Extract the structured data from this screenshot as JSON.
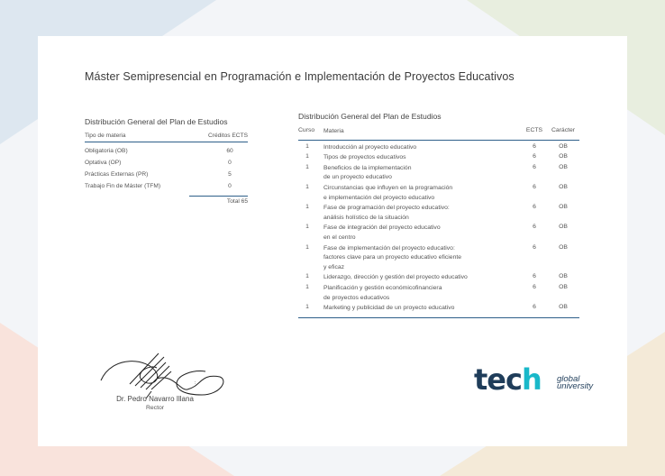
{
  "title": "Máster Semipresencial en Programación e Implementación de Proyectos Educativos",
  "left_table": {
    "title": "Distribución General del Plan de Estudios",
    "headers": [
      "Tipo de materia",
      "Créditos ECTS"
    ],
    "rows": [
      {
        "label": "Obligatoria (OB)",
        "value": "60"
      },
      {
        "label": "Optativa (OP)",
        "value": "0"
      },
      {
        "label": "Prácticas Externas (PR)",
        "value": "5"
      },
      {
        "label": "Trabajo Fin de Máster (TFM)",
        "value": "0"
      }
    ],
    "total": "Total 65"
  },
  "right_table": {
    "title": "Distribución General del Plan de Estudios",
    "headers": [
      "Curso",
      "Materia",
      "ECTS",
      "Carácter"
    ],
    "rows": [
      {
        "curso": "1",
        "materia": "Introducción al proyecto educativo",
        "ects": "6",
        "caracter": "OB"
      },
      {
        "curso": "1",
        "materia": "Tipos de proyectos educativos",
        "ects": "6",
        "caracter": "OB"
      },
      {
        "curso": "1",
        "materia": "Beneficios de la implementación\nde un proyecto educativo",
        "ects": "6",
        "caracter": "OB"
      },
      {
        "curso": "1",
        "materia": "Circunstancias que influyen en la programación\ne implementación del proyecto educativo",
        "ects": "6",
        "caracter": "OB"
      },
      {
        "curso": "1",
        "materia": "Fase de programación del proyecto educativo:\nanálisis holístico de la situación",
        "ects": "6",
        "caracter": "OB"
      },
      {
        "curso": "1",
        "materia": "Fase de integración del proyecto educativo\nen el centro",
        "ects": "6",
        "caracter": "OB"
      },
      {
        "curso": "1",
        "materia": "Fase de implementación del proyecto educativo:\nfactores clave para un proyecto educativo eficiente\ny eficaz",
        "ects": "6",
        "caracter": "OB"
      },
      {
        "curso": "1",
        "materia": "Liderazgo, dirección y gestión del proyecto educativo",
        "ects": "6",
        "caracter": "OB"
      },
      {
        "curso": "1",
        "materia": "Planificación y gestión económicofinanciera\nde proyectos educativos",
        "ects": "6",
        "caracter": "OB"
      },
      {
        "curso": "1",
        "materia": "Marketing y publicidad de un proyecto educativo",
        "ects": "6",
        "caracter": "OB"
      }
    ]
  },
  "signatory": {
    "name": "Dr. Pedro Navarro Illana",
    "role": "Rector"
  },
  "logo": {
    "brand_a": "tec",
    "brand_b": "h",
    "line1": "global",
    "line2": "university"
  },
  "colors": {
    "accent": "#2e5f8a",
    "logo_dark": "#1f3d5a",
    "logo_teal": "#19b8c9"
  }
}
